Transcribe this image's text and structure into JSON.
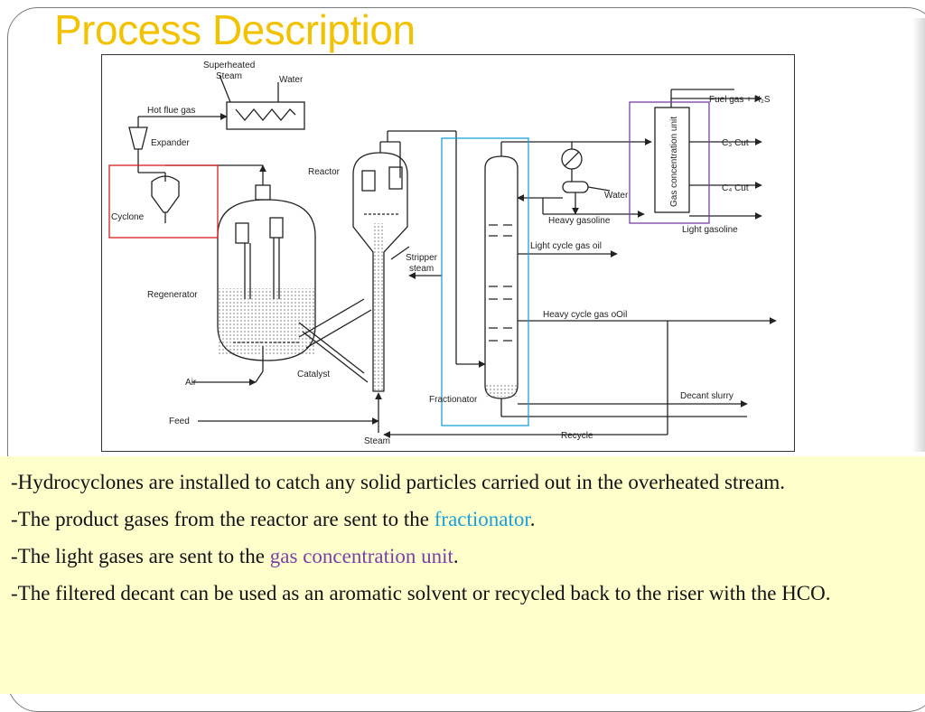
{
  "title": "Process Description",
  "colors": {
    "title": "#f2c200",
    "cyclone_box": "#d62020",
    "fractionator_box": "#1aa3d9",
    "gas_unit_box": "#7a3fa8",
    "panel_background": "#ffffcc"
  },
  "diagram": {
    "labels": {
      "superheated_steam_1": "Superheated",
      "superheated_steam_2": "Steam",
      "water_top": "Water",
      "hot_flue_gas": "Hot flue gas",
      "expander": "Expander",
      "cyclone": "Cyclone",
      "reactor": "Reactor",
      "regenerator": "Regenerator",
      "stripper_steam_1": "Stripper",
      "stripper_steam_2": "steam",
      "catalyst": "Catalyst",
      "air": "Air",
      "feed": "Feed",
      "steam": "Steam",
      "fractionator": "Fractionator",
      "recycle": "Recycle",
      "decant_slurry": "Decant slurry",
      "heavy_cycle_gas_oil": "Heavy cycle gas oOil",
      "light_cycle_gas_oil": "Light cycle gas oil",
      "heavy_gasoline": "Heavy gasoline",
      "water_right": "Water",
      "light_gasoline": "Light gasoline",
      "gas_concentration_unit": "Gas concentration unit",
      "fuel_gas": "Fuel gas + H₂S",
      "c3_cut": "C₃ Cut",
      "c4_cut": "C₄ Cut"
    }
  },
  "panel": {
    "line1": "-Hydrocyclones are installed to catch any solid particles carried out in the overheated stream.",
    "line2_prefix": "-The product gases from the reactor are sent to the ",
    "line2_highlight": "fractionator",
    "line2_suffix": ".",
    "line3_prefix": "-The light gases are sent to the ",
    "line3_highlight": "gas concentration unit",
    "line3_suffix": ".",
    "line4": "-The filtered decant can be used as an aromatic solvent or recycled back to the riser with the HCO."
  }
}
